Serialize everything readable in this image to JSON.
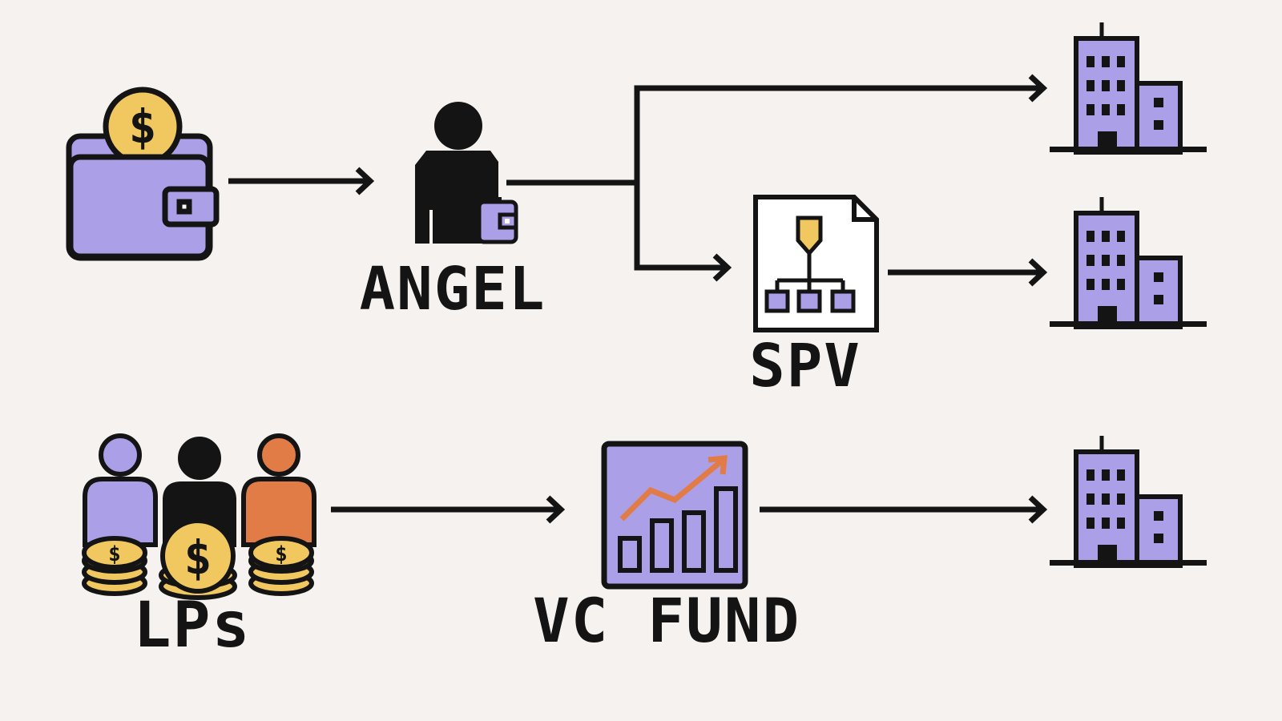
{
  "labels": {
    "angel": "ANGEL",
    "spv": "SPV",
    "lps": "LPs",
    "vc_fund": "VC FUND"
  },
  "icons": {
    "wallet": "wallet-with-dollar-coin-icon",
    "angel": "person-with-wallet-icon",
    "spv": "document-org-chart-icon",
    "lps": "three-people-with-coin-stacks-icon",
    "vc_fund": "growth-chart-icon",
    "company": "office-building-icon"
  },
  "colors": {
    "background": "#f6f2ef",
    "lavender": "#ab9fe8",
    "gold": "#f1c75f",
    "orange": "#e27c47",
    "ink": "#141414"
  }
}
